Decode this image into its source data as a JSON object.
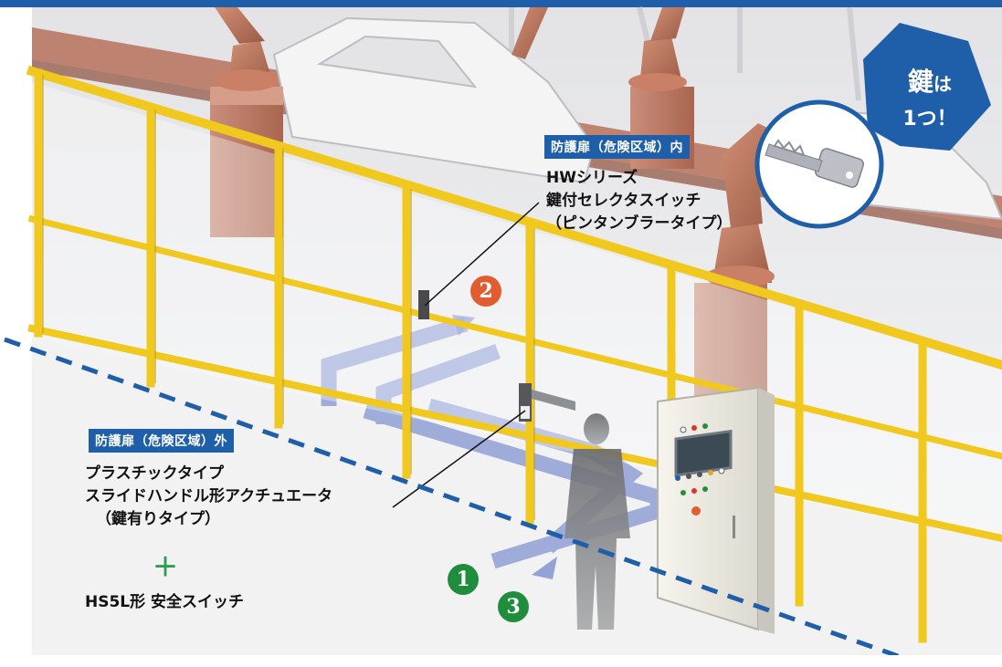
{
  "colors": {
    "frame_blue": "#1f5ea8",
    "fence_yellow": "#f0c81e",
    "robot_copper": "#b7715a",
    "step_red": "#e25c32",
    "step_green": "#1f8d3c",
    "plus_green": "#2e9e52",
    "arrow_blue": "#7c8fd0",
    "boundary_dash": "#1f5ea8"
  },
  "inside": {
    "tag": "防護扉（危険区域）内",
    "product": [
      "HWシリーズ",
      "鍵付セレクタスイッチ",
      "（ピンタンブラータイプ）"
    ]
  },
  "outside": {
    "tag": "防護扉（危険区域）外",
    "product": [
      "プラスチックタイプ",
      "スライドハンドル形アクチュエータ",
      "（鍵有りタイプ）"
    ],
    "plus": "＋",
    "switch": "HS5L形 安全スイッチ"
  },
  "callout": {
    "line1_big": "鍵",
    "line1_small": "は",
    "line2": "1つ！"
  },
  "steps": [
    {
      "number": "1",
      "color": "green"
    },
    {
      "number": "2",
      "color": "red"
    },
    {
      "number": "3",
      "color": "green"
    }
  ],
  "icons": [
    "key-icon",
    "industrial-robot-icon",
    "worker-silhouette-icon",
    "control-panel-icon",
    "car-body-icon"
  ]
}
